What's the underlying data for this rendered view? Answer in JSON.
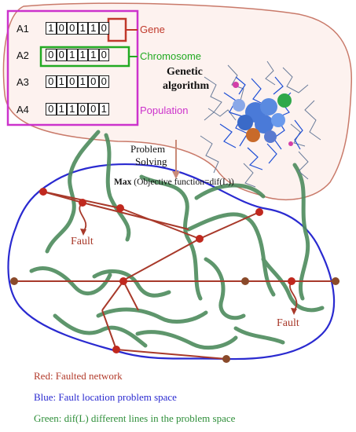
{
  "ga_panel": {
    "rows": [
      {
        "label": "A1",
        "bits": [
          "1",
          "0",
          "0",
          "1",
          "1",
          "0"
        ]
      },
      {
        "label": "A2",
        "bits": [
          "0",
          "0",
          "1",
          "1",
          "1",
          "0"
        ]
      },
      {
        "label": "A3",
        "bits": [
          "0",
          "1",
          "0",
          "1",
          "0",
          "0"
        ]
      },
      {
        "label": "A4",
        "bits": [
          "0",
          "1",
          "1",
          "0",
          "0",
          "1"
        ]
      }
    ],
    "gene_label": "Gene",
    "chromosome_label": "Chromosome",
    "population_label": "Population",
    "genetic_algorithm_label": [
      "Genetic",
      "algorithm"
    ]
  },
  "problem_solving_label": [
    "Problem",
    "Solving"
  ],
  "objective": {
    "max": "Max",
    "text": "(Objective function=dif(L))"
  },
  "fault_label": "Fault",
  "legend": [
    {
      "text": "Red: Faulted network",
      "color": "#b23a2a"
    },
    {
      "text": "Blue: Fault location problem space",
      "color": "#2a2ad0"
    },
    {
      "text": "Green: dif(L) different lines in the problem space",
      "color": "#2f8f3a"
    }
  ],
  "colors": {
    "cloud_border": "#c97a6a",
    "cloud_fill": "#fbeeea",
    "population_box": "#cc33cc",
    "chromosome_box": "#22aa22",
    "gene_box": "#c0392b",
    "blue_region": "#2a2ad0",
    "network": "#b23a2a",
    "node": "#c0281e",
    "bus_node": "#8a4a2a",
    "green_line": "#4a8a5a",
    "arrow": "#c98a78"
  }
}
